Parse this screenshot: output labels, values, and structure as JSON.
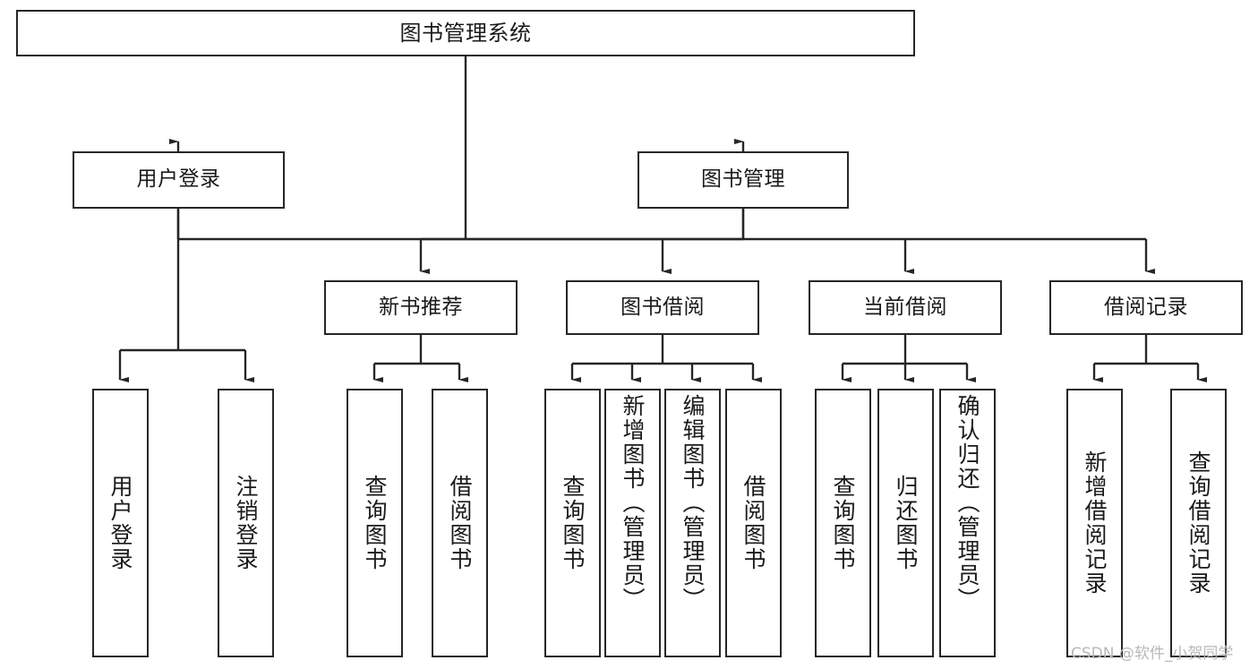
{
  "diagram": {
    "type": "tree",
    "title": "图书管理系统",
    "orientation": "top-down",
    "style": {
      "box_border_color": "#262626",
      "box_fill_color": "#ffffff",
      "edge_color": "#262626",
      "text_color": "#1a1a1a",
      "background": "#ffffff"
    },
    "root": {
      "label": "图书管理系统"
    },
    "level2": [
      {
        "label": "用户登录"
      },
      {
        "label": "图书管理"
      }
    ],
    "level3": [
      {
        "label": "新书推荐"
      },
      {
        "label": "图书借阅"
      },
      {
        "label": "当前借阅"
      },
      {
        "label": "借阅记录"
      }
    ],
    "leaves": {
      "user_login": [
        {
          "label": "用户登录"
        },
        {
          "label": "注销登录"
        }
      ],
      "new_book_recommend": [
        {
          "label": "查询图书"
        },
        {
          "label": "借阅图书"
        }
      ],
      "book_borrow": [
        {
          "label": "查询图书"
        },
        {
          "label": "新增图书（管理员）"
        },
        {
          "label": "编辑图书（管理员）"
        },
        {
          "label": "借阅图书"
        }
      ],
      "current_borrow": [
        {
          "label": "查询图书"
        },
        {
          "label": "归还图书"
        },
        {
          "label": "确认归还（管理员）"
        }
      ],
      "borrow_record": [
        {
          "label": "新增借阅记录"
        },
        {
          "label": "查询借阅记录"
        }
      ]
    }
  },
  "watermark": {
    "text": "CSDN @软件_小贺同学"
  }
}
